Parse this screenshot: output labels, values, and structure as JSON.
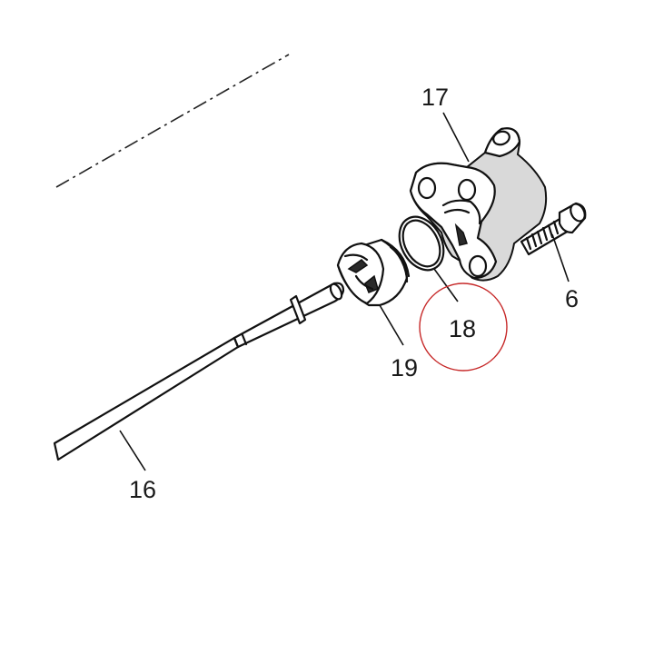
{
  "callouts": {
    "p17": "17",
    "p6": "6",
    "p18": "18",
    "p19": "19",
    "p16": "16"
  },
  "highlight": {
    "target": "18",
    "color": "#c62828"
  },
  "parts": [
    "bolt",
    "caliper-housing",
    "o-ring",
    "piston",
    "rod"
  ]
}
